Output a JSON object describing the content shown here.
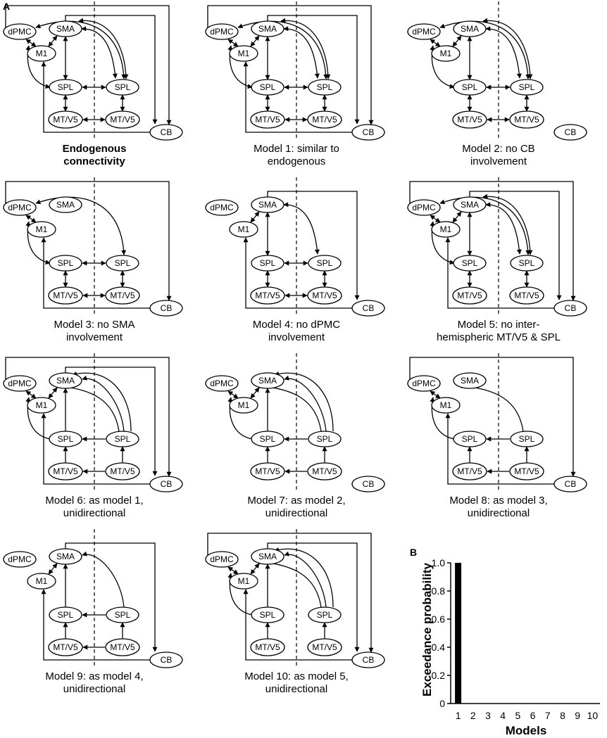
{
  "panel_a": {
    "letter": "A",
    "nodes": {
      "dpmc": "dPMC",
      "sma": "SMA",
      "m1": "M1",
      "spl_left": "SPL",
      "spl_right": "SPL",
      "mt_left": "MT/V5",
      "mt_right": "MT/V5",
      "cb": "CB"
    },
    "models": [
      {
        "caption": [
          "Endogenous",
          "connectivity"
        ],
        "bold": true
      },
      {
        "caption": [
          "Model 1: similar to",
          "endogenous"
        ]
      },
      {
        "caption": [
          "Model 2: no CB",
          "involvement"
        ]
      },
      {
        "caption": [
          "Model 3: no SMA",
          "involvement"
        ]
      },
      {
        "caption": [
          "Model 4: no dPMC",
          "involvement"
        ]
      },
      {
        "caption": [
          "Model 5: no inter-",
          "hemispheric  MT/V5 & SPL"
        ]
      },
      {
        "caption": [
          "Model 6: as model 1,",
          "unidirectional"
        ]
      },
      {
        "caption": [
          "Model 7: as model 2,",
          "unidirectional"
        ]
      },
      {
        "caption": [
          "Model 8: as model 3,",
          "unidirectional"
        ]
      },
      {
        "caption": [
          "Model 9: as model 4,",
          "unidirectional"
        ]
      },
      {
        "caption": [
          "Model 10: as model 5,",
          "unidirectional"
        ]
      }
    ]
  },
  "panel_b": {
    "letter": "B",
    "chart_data": {
      "type": "bar",
      "categories": [
        "1",
        "2",
        "3",
        "4",
        "5",
        "6",
        "7",
        "8",
        "9",
        "10"
      ],
      "values": [
        1.0,
        0,
        0,
        0,
        0,
        0,
        0,
        0,
        0,
        0
      ],
      "xlabel": "Models",
      "ylabel": "Exceedance probability",
      "ylim": [
        0,
        1.0
      ],
      "yticks": [
        "0",
        "0.2",
        "0.4",
        "0.6",
        "0.8",
        "1.0"
      ],
      "grid": false,
      "bar_color": "#000000"
    }
  }
}
